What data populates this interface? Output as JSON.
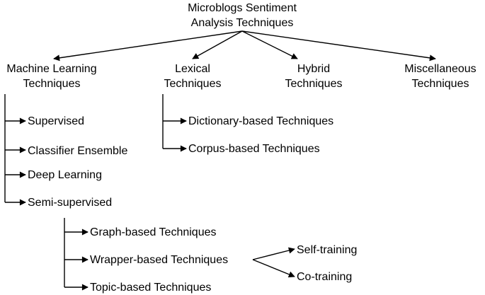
{
  "diagram": {
    "root": {
      "line1": "Microblogs Sentiment",
      "line2": "Analysis Techniques"
    },
    "categories": {
      "machine_learning": {
        "line1": "Machine Learning",
        "line2": "Techniques"
      },
      "lexical": {
        "line1": "Lexical",
        "line2": "Techniques"
      },
      "hybrid": {
        "line1": "Hybrid",
        "line2": "Techniques"
      },
      "miscellaneous": {
        "line1": "Miscellaneous",
        "line2": "Techniques"
      }
    },
    "machine_learning_children": {
      "supervised": "Supervised",
      "classifier_ensemble": "Classifier Ensemble",
      "deep_learning": "Deep Learning",
      "semi_supervised": "Semi-supervised"
    },
    "lexical_children": {
      "dictionary_based": "Dictionary-based Techniques",
      "corpus_based": "Corpus-based Techniques"
    },
    "semi_supervised_children": {
      "graph_based": "Graph-based Techniques",
      "wrapper_based": "Wrapper-based Techniques",
      "topic_based": "Topic-based Techniques"
    },
    "wrapper_based_children": {
      "self_training": "Self-training",
      "co_training": "Co-training"
    },
    "line_color": "#000000"
  }
}
